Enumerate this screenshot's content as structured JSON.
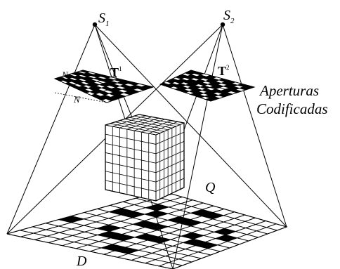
{
  "labels": {
    "source1": "S",
    "source1_sub": "1",
    "source2": "S",
    "source2_sub": "2",
    "aperture1": "T",
    "aperture1_sup": "1",
    "aperture2": "T",
    "aperture2_sup": "2",
    "aperture_size_top": "N",
    "aperture_size_side": "N",
    "caption_line1": "Aperturas",
    "caption_line2": "Codificadas",
    "object": "Q",
    "detector": "D"
  },
  "colors": {
    "ink": "#000000",
    "paper": "#ffffff"
  },
  "grids": {
    "aperture_cells": 10,
    "cube_cells": 7,
    "detector_cells": 12
  },
  "aperture1_pattern": [
    "1011011101",
    "0110101011",
    "1101110110",
    "1010011011",
    "0111010101",
    "1101101110",
    "1010110011",
    "0111011101",
    "1100101011",
    "1011110110"
  ],
  "aperture2_pattern": [
    "1101011011",
    "1011101101",
    "0110110110",
    "1101011011",
    "1011101010",
    "0111010111",
    "1101101101",
    "1010110110",
    "0111011011",
    "1101101101"
  ],
  "detector_pattern": [
    "000000000000",
    "000001100000",
    "001000000000",
    "000101100100",
    "011000000010",
    "000011001000",
    "000000000110",
    "100100110000",
    "000011000000",
    "000000000000",
    "000000110000",
    "000000000000"
  ]
}
